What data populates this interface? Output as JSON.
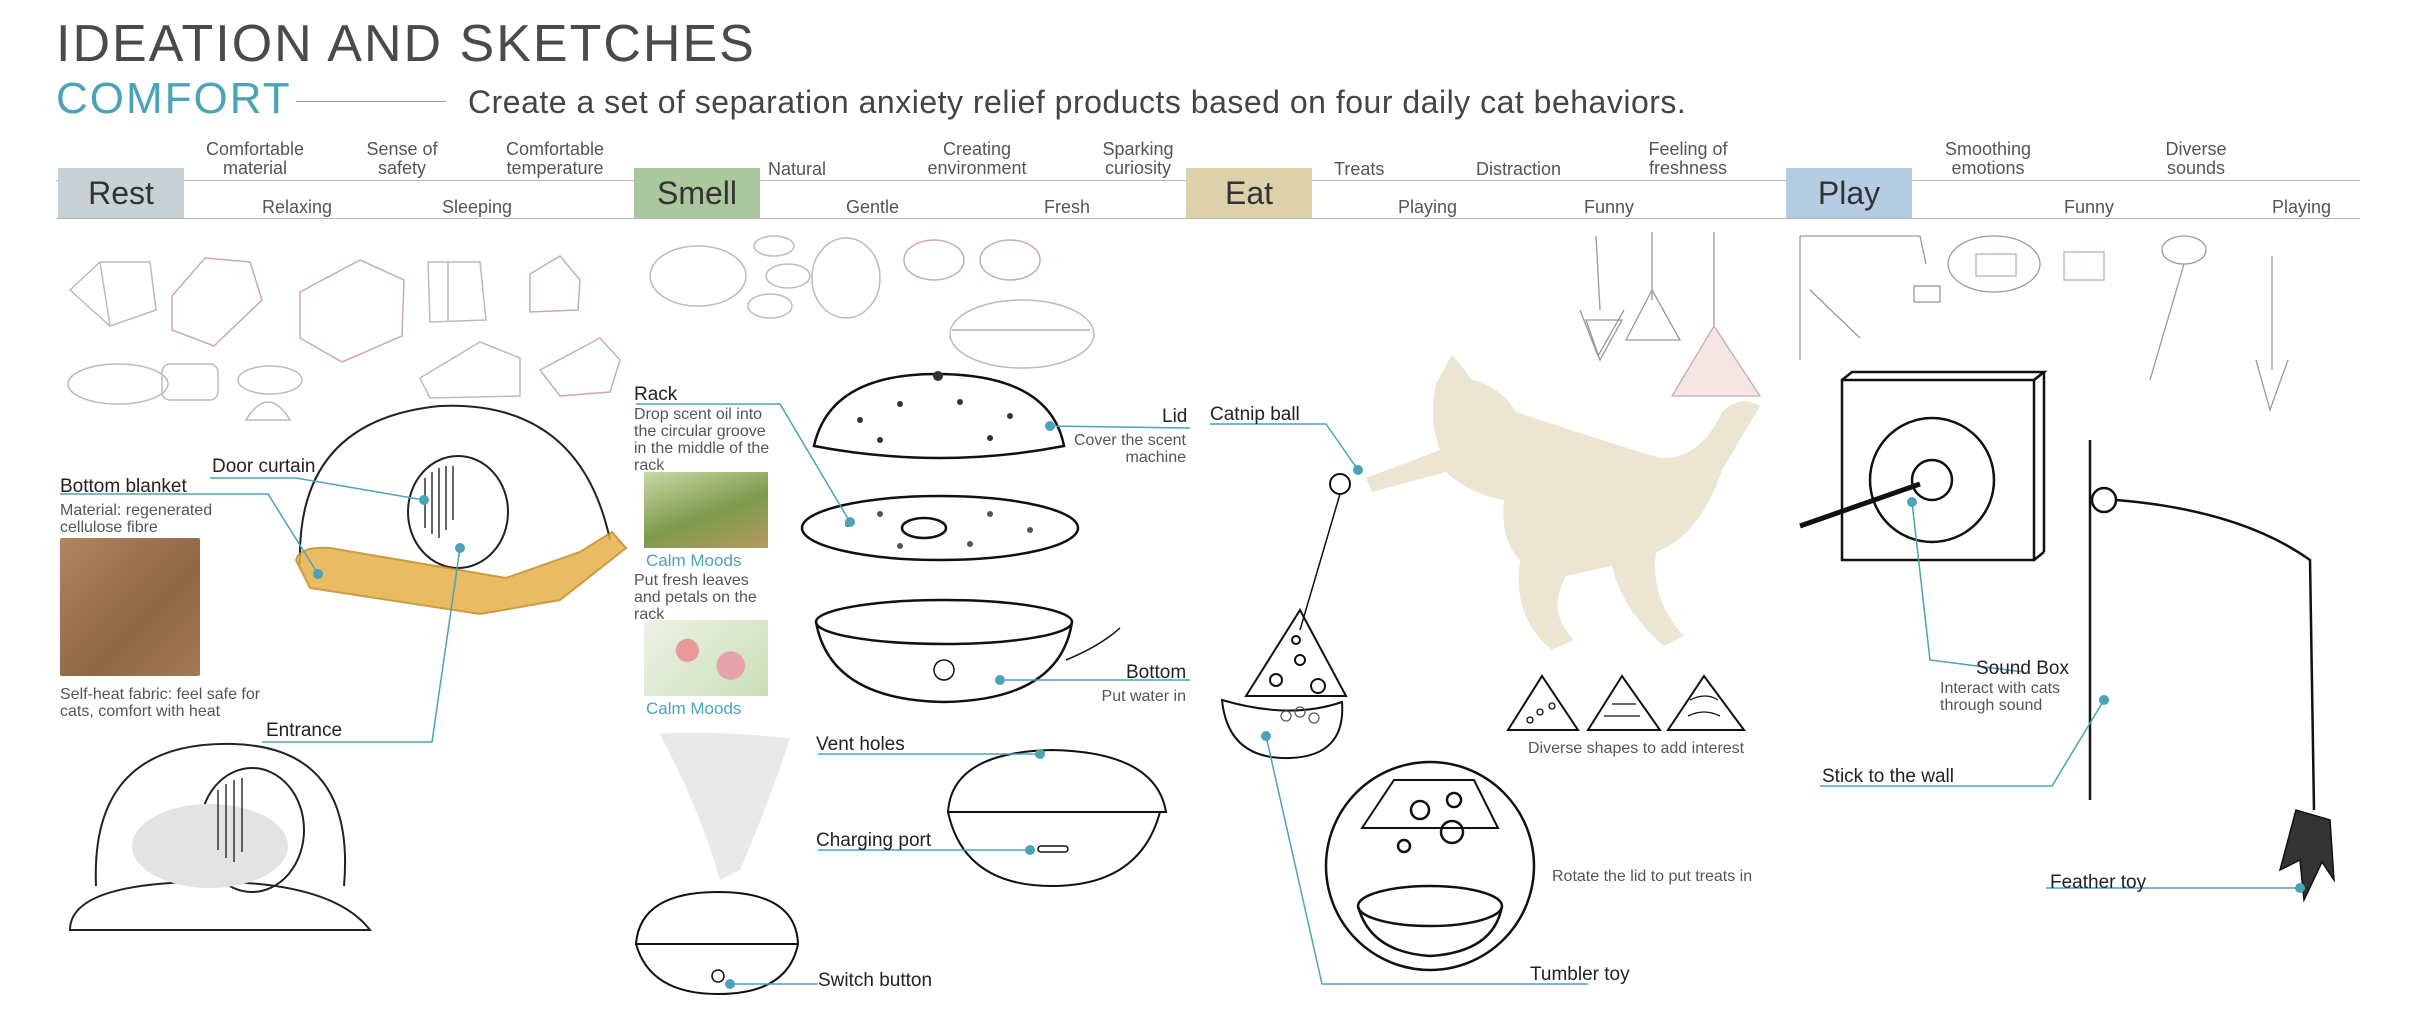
{
  "header": {
    "title": "IDEATION AND SKETCHES",
    "subtitle": "COMFORT",
    "description": "Create a set of separation anxiety relief products based on four daily cat behaviors."
  },
  "categories": [
    {
      "name": "Rest",
      "color": "#c8d2d4"
    },
    {
      "name": "Smell",
      "color": "#abc79e"
    },
    {
      "name": "Eat",
      "color": "#ddd1ac"
    },
    {
      "name": "Play",
      "color": "#b5cde3"
    }
  ],
  "keywords": {
    "rest_top": [
      "Comfortable material",
      "Sense of safety",
      "Comfortable temperature"
    ],
    "rest_bottom": [
      "Relaxing",
      "Sleeping"
    ],
    "smell_top": [
      "Natural",
      "Creating environment",
      "Sparking curiosity"
    ],
    "smell_bottom": [
      "Gentle",
      "Fresh"
    ],
    "eat_top": [
      "Treats",
      "Distraction",
      "Feeling of freshness"
    ],
    "eat_bottom": [
      "Playing",
      "Funny"
    ],
    "play_top": [
      "Smoothing emotions",
      "Diverse sounds"
    ],
    "play_bottom": [
      "Funny",
      "Playing"
    ]
  },
  "rest": {
    "door_curtain": "Door curtain",
    "bottom_blanket": "Bottom blanket",
    "blanket_material": "Material: regenerated cellulose fibre",
    "self_heat": "Self-heat fabric: feel safe for cats, comfort with heat",
    "entrance": "Entrance"
  },
  "smell": {
    "rack": "Rack",
    "rack_note": "Drop scent oil into the circular groove in the middle of the rack",
    "calm_moods_1": "Calm Moods",
    "petals_note": "Put fresh leaves and petals on the rack",
    "calm_moods_2": "Calm Moods",
    "lid": "Lid",
    "lid_note": "Cover the scent machine",
    "bottom": "Bottom",
    "bottom_note": "Put water in",
    "vent_holes": "Vent holes",
    "charging_port": "Charging port",
    "switch_button": "Switch button"
  },
  "eat": {
    "catnip_ball": "Catnip ball",
    "shapes_note": "Diverse shapes to add interest",
    "rotate_note": "Rotate the lid to put treats in",
    "tumbler_toy": "Tumbler toy"
  },
  "play": {
    "sound_box": "Sound Box",
    "sound_box_note": "Interact with cats through sound",
    "stick_to_wall": "Stick to the wall",
    "feather_toy": "Feather toy"
  },
  "accent_color": "#4aa3b6"
}
